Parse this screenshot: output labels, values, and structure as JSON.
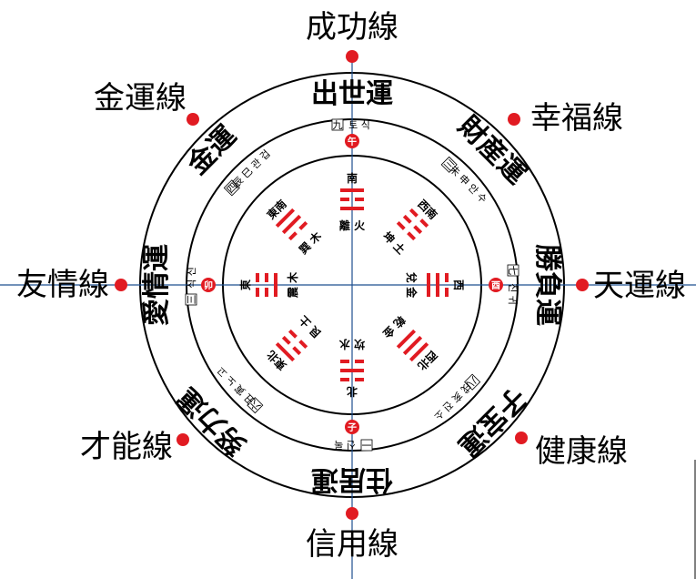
{
  "colors": {
    "ink": "#000000",
    "accent": "#e11b22",
    "axis": "#1f4f8f"
  },
  "outer_labels": {
    "n": "成功線",
    "ne": "幸福線",
    "e": "天運線",
    "se": "健康線",
    "s": "信用線",
    "sw": "才能線",
    "w": "友情線",
    "nw": "金運線"
  },
  "luck_ring": {
    "n": "出世運",
    "ne": "財産運",
    "e": "勝負運",
    "se": "子宝運",
    "s": "住居運",
    "sw": "努力運",
    "w": "愛情運",
    "nw": "金運"
  },
  "branches": {
    "n": {
      "badge": "午",
      "number": "九",
      "text": "토 식"
    },
    "ne": {
      "number": "三",
      "text": "未 申 안 수"
    },
    "e": {
      "badge": "酉",
      "number": "七",
      "text": "진 귀"
    },
    "se": {
      "number": "八",
      "text": "戌 亥 진 소"
    },
    "s": {
      "badge": "子",
      "number": "一",
      "text": "신 록"
    },
    "sw": {
      "number": "六",
      "text": "丑 寅 노 고"
    },
    "w": {
      "badge": "卯",
      "number": "三",
      "text": "식 신"
    },
    "nw": {
      "number": "四",
      "text": "辰 巳 관 겁"
    }
  },
  "trigrams": {
    "n": {
      "direction": "南",
      "name": "離 火"
    },
    "ne": {
      "direction": "西南",
      "name": "坤 土"
    },
    "e": {
      "direction": "西",
      "name": "兌 金"
    },
    "se": {
      "direction": "西北",
      "name": "乾 金"
    },
    "s": {
      "direction": "北",
      "name": "坎 水"
    },
    "sw": {
      "direction": "東北",
      "name": "艮 土"
    },
    "w": {
      "direction": "東",
      "name": "震 木"
    },
    "nw": {
      "direction": "東南",
      "name": "巽 木"
    }
  }
}
